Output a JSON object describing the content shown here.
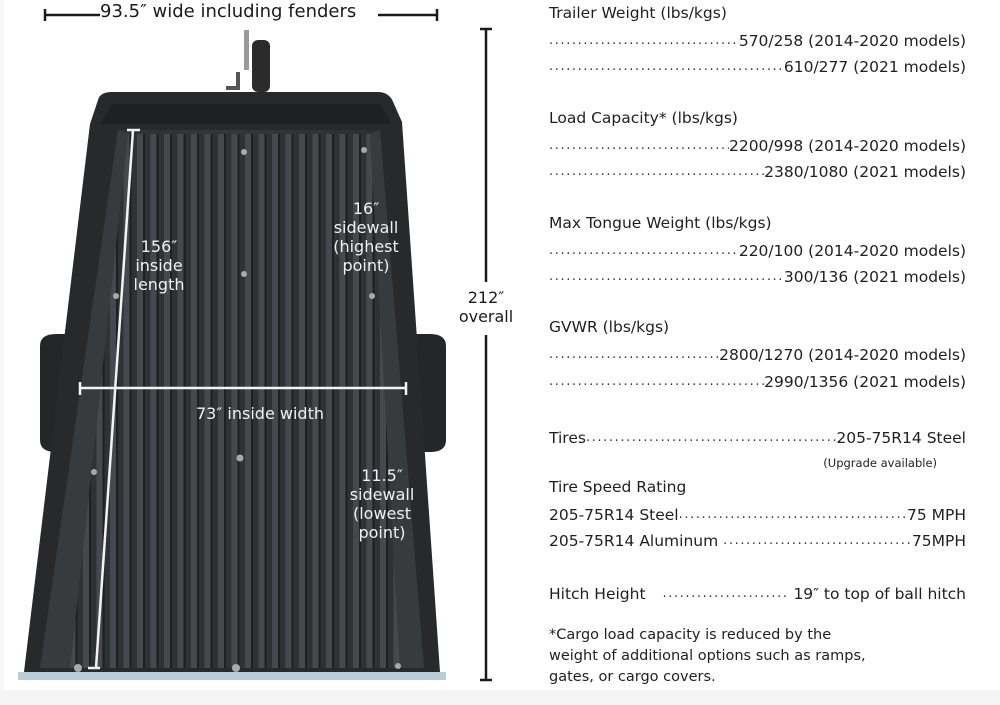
{
  "diagram": {
    "overall_width_label": "93.5″ wide including fenders",
    "overall_length_value": "212″",
    "overall_length_caption": "overall",
    "inside_length_value": "156″",
    "inside_length_caption_1": "inside",
    "inside_length_caption_2": "length",
    "sidewall_high_value": "16″",
    "sidewall_high_caption_1": "sidewall",
    "sidewall_high_caption_2": "(highest",
    "sidewall_high_caption_3": "point)",
    "inside_width_label": "73″ inside width",
    "sidewall_low_value": "11.5″",
    "sidewall_low_caption_1": "sidewall",
    "sidewall_low_caption_2": "(lowest",
    "sidewall_low_caption_3": "point)",
    "colors": {
      "trailer_body": "#2b2d2f",
      "bed_ribs": "#3d4044",
      "dimension_lines_dark": "#1a1a1a",
      "dimension_lines_light": "#f2f2f2",
      "rear_bumper": "#b9cdd8"
    }
  },
  "specs": {
    "trailer_weight": {
      "heading": "Trailer Weight (lbs/kgs)",
      "rows": [
        {
          "value": "570/258 (2014-2020 models)"
        },
        {
          "value": "610/277 (2021 models)"
        }
      ]
    },
    "load_capacity": {
      "heading": "Load Capacity* (lbs/kgs)",
      "rows": [
        {
          "value": "2200/998 (2014-2020 models)"
        },
        {
          "value": "2380/1080 (2021 models)"
        }
      ]
    },
    "tongue_weight": {
      "heading": "Max Tongue Weight (lbs/kgs)",
      "rows": [
        {
          "value": "220/100 (2014-2020 models)"
        },
        {
          "value": "300/136 (2021 models)"
        }
      ]
    },
    "gvwr": {
      "heading": "GVWR (lbs/kgs)",
      "rows": [
        {
          "value": "2800/1270 (2014-2020 models)"
        },
        {
          "value": "2990/1356 (2021 models)"
        }
      ]
    },
    "tires": {
      "label": "Tires",
      "value": "205-75R14 Steel",
      "note": "(Upgrade available)"
    },
    "tire_speed": {
      "heading": "Tire Speed Rating",
      "rows": [
        {
          "label": "205-75R14 Steel",
          "value": "75 MPH"
        },
        {
          "label": "205-75R14 Aluminum ",
          "value": "75MPH"
        }
      ]
    },
    "hitch_height": {
      "label": "Hitch Height ",
      "value": " 19″ to top of ball hitch"
    },
    "footnote": {
      "line1": "*Cargo load capacity is reduced by the",
      "line2": "weight of additional options such as ramps,",
      "line3": "gates, or cargo covers."
    }
  }
}
